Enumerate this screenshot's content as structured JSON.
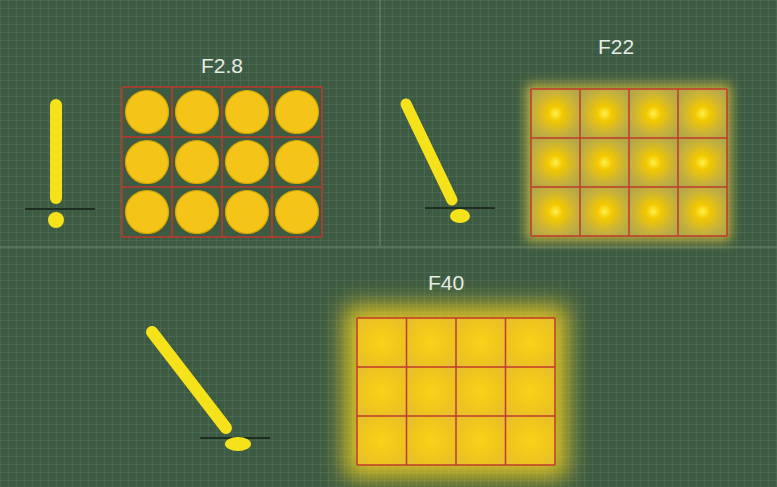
{
  "diagram": {
    "labels": [
      "F2.8",
      "F22",
      "F40"
    ]
  }
}
